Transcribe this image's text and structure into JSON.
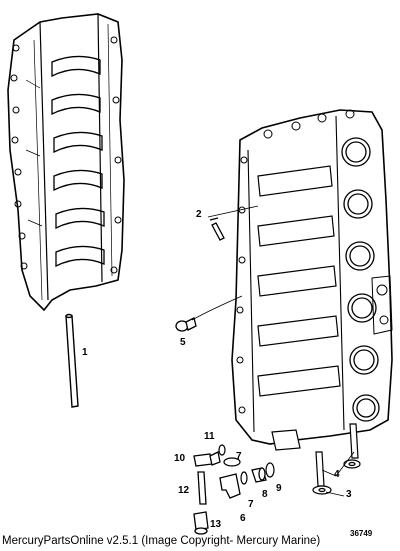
{
  "diagram": {
    "callouts": [
      {
        "id": "callout-1",
        "label": "1"
      },
      {
        "id": "callout-2",
        "label": "2"
      },
      {
        "id": "callout-3",
        "label": "3"
      },
      {
        "id": "callout-4",
        "label": "4"
      },
      {
        "id": "callout-5",
        "label": "5"
      },
      {
        "id": "callout-6",
        "label": "6"
      },
      {
        "id": "callout-7a",
        "label": "7"
      },
      {
        "id": "callout-7b",
        "label": "7"
      },
      {
        "id": "callout-8",
        "label": "8"
      },
      {
        "id": "callout-9",
        "label": "9"
      },
      {
        "id": "callout-10",
        "label": "10"
      },
      {
        "id": "callout-11",
        "label": "11"
      },
      {
        "id": "callout-12",
        "label": "12"
      },
      {
        "id": "callout-13",
        "label": "13"
      }
    ],
    "diagram_number": "36749",
    "copyright": "MercuryPartsOnline v2.5.1 (Image Copyright- Mercury Marine)"
  }
}
